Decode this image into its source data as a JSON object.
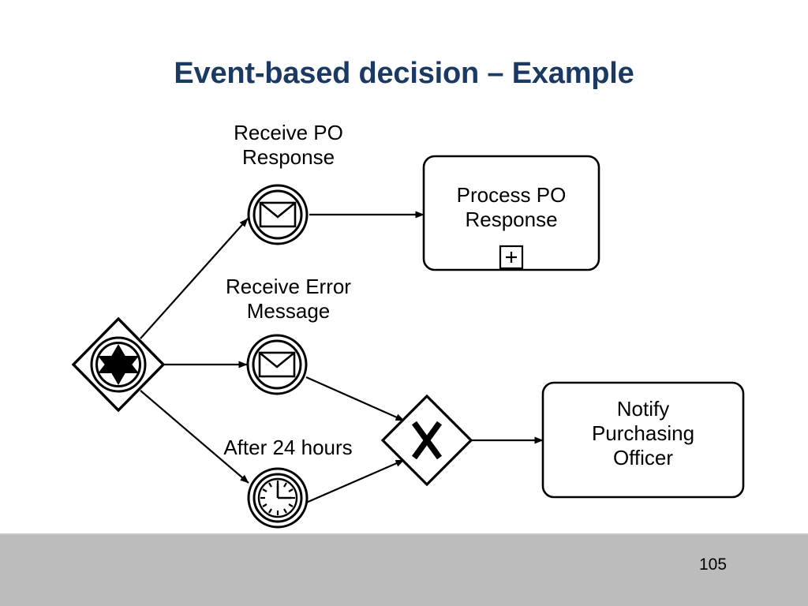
{
  "slide": {
    "title": "Event-based decision – Example",
    "page_number": "105",
    "title_color": "#1b3a63",
    "footer_color": "#bcbcbc",
    "background_color": "#ffffff",
    "stroke_color": "#000000"
  },
  "diagram": {
    "type": "bpmn-process-diagram",
    "nodes": [
      {
        "id": "event-based-gateway",
        "kind": "event-based-gateway",
        "icon": "multiple-event-star-icon",
        "label": ""
      },
      {
        "id": "receive-po-response",
        "kind": "intermediate-message-event",
        "icon": "envelope-icon",
        "label": "Receive PO\nResponse"
      },
      {
        "id": "receive-error-message",
        "kind": "intermediate-message-event",
        "icon": "envelope-icon",
        "label": "Receive Error\nMessage"
      },
      {
        "id": "after-24-hours",
        "kind": "intermediate-timer-event",
        "icon": "clock-icon",
        "label": "After 24 hours"
      },
      {
        "id": "process-po-response",
        "kind": "collapsed-subprocess-task",
        "icon": "plus-marker-icon",
        "label": "Process PO\nResponse",
        "marker": "+"
      },
      {
        "id": "exclusive-gateway",
        "kind": "exclusive-gateway",
        "icon": "x-cross-icon",
        "label": "X"
      },
      {
        "id": "notify-purchasing-officer",
        "kind": "task",
        "icon": "",
        "label": "Notify\nPurchasing\nOfficer"
      }
    ],
    "flows": [
      {
        "from": "event-based-gateway",
        "to": "receive-po-response"
      },
      {
        "from": "event-based-gateway",
        "to": "receive-error-message"
      },
      {
        "from": "event-based-gateway",
        "to": "after-24-hours"
      },
      {
        "from": "receive-po-response",
        "to": "process-po-response"
      },
      {
        "from": "receive-error-message",
        "to": "exclusive-gateway"
      },
      {
        "from": "after-24-hours",
        "to": "exclusive-gateway"
      },
      {
        "from": "exclusive-gateway",
        "to": "notify-purchasing-officer"
      }
    ]
  },
  "labels": {
    "receive_po_response": "Receive PO\nResponse",
    "receive_error_message": "Receive Error\nMessage",
    "after_24_hours": "After 24 hours",
    "process_po_response": "Process PO\nResponse",
    "subprocess_marker": "+",
    "notify_purchasing_officer": "Notify\nPurchasing\nOfficer",
    "exclusive_gateway_symbol": "X"
  }
}
